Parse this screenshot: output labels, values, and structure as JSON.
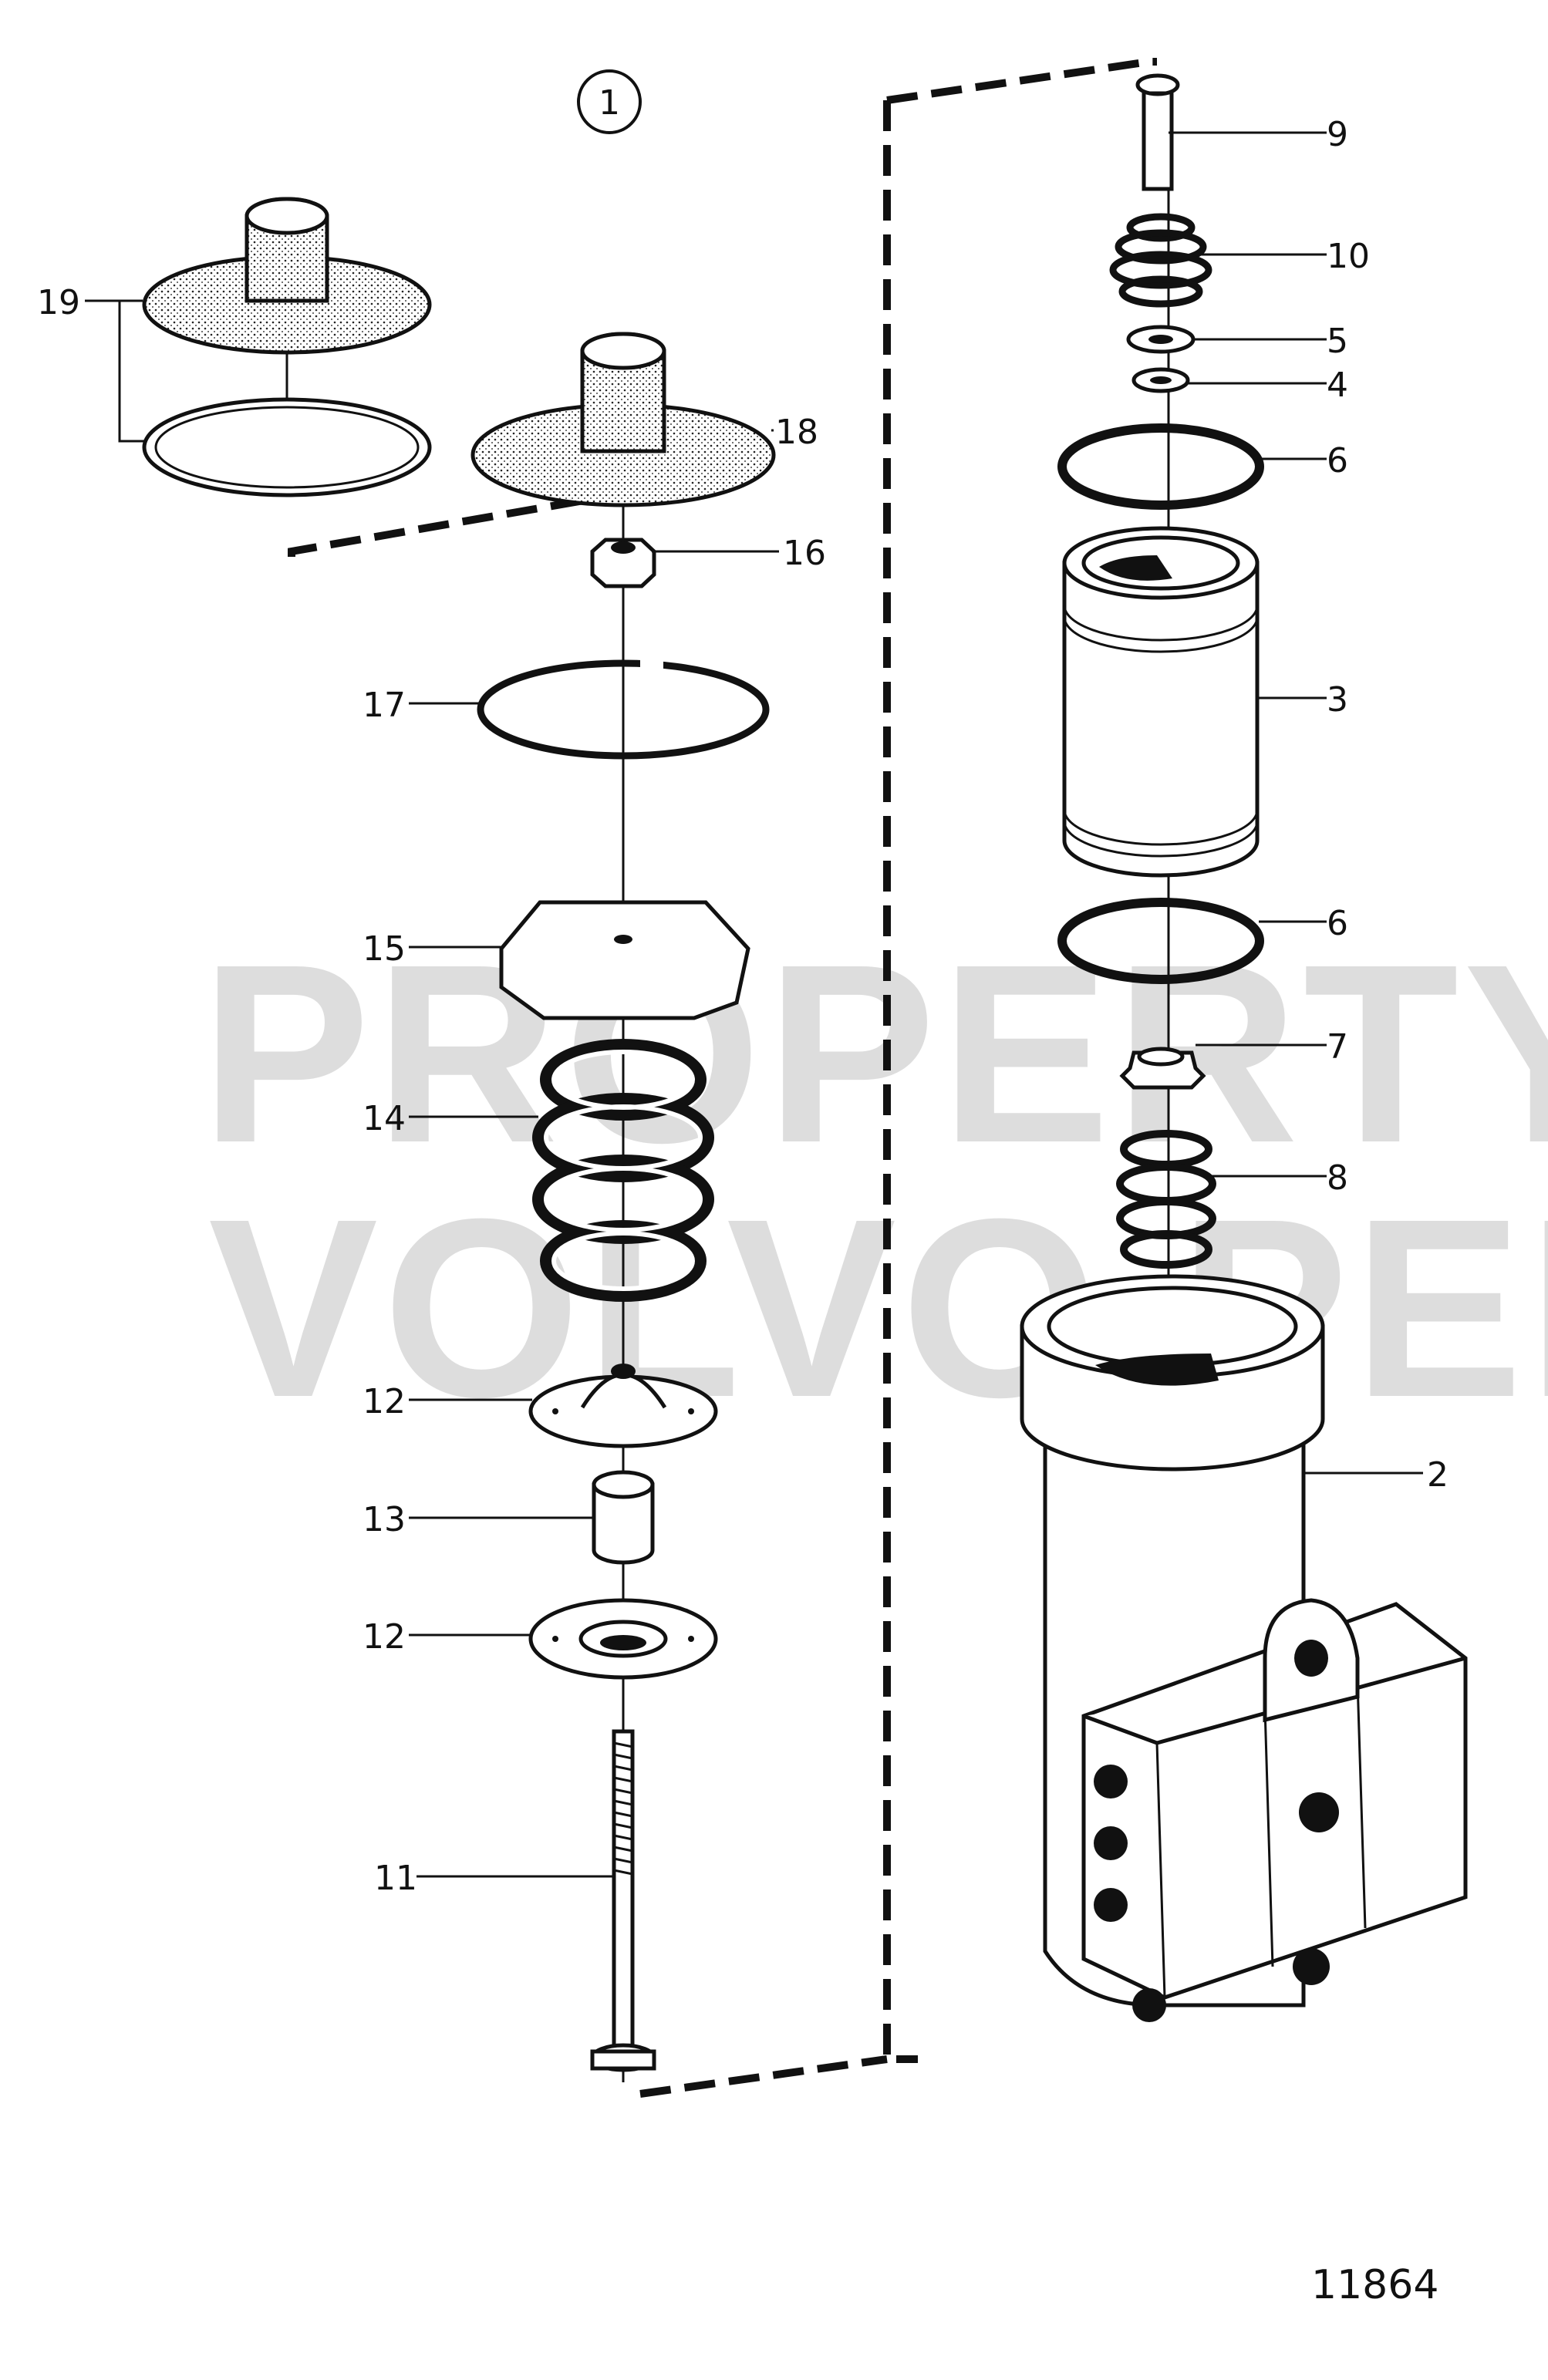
{
  "view_number": "1",
  "drawing_number": "11864",
  "watermark": {
    "line1": "PROPERTY OF",
    "line2": "VOLVO PENTA"
  },
  "callouts": {
    "p2": "2",
    "p3": "3",
    "p4": "4",
    "p5": "5",
    "p6a": "6",
    "p6b": "6",
    "p7": "7",
    "p8": "8",
    "p9": "9",
    "p10": "10",
    "p11": "11",
    "p12a": "12",
    "p12b": "12",
    "p13": "13",
    "p14": "14",
    "p15": "15",
    "p16": "16",
    "p17": "17",
    "p18": "18",
    "p19": "19"
  },
  "colors": {
    "ink": "#111111",
    "watermark": "#9a9a9a"
  }
}
